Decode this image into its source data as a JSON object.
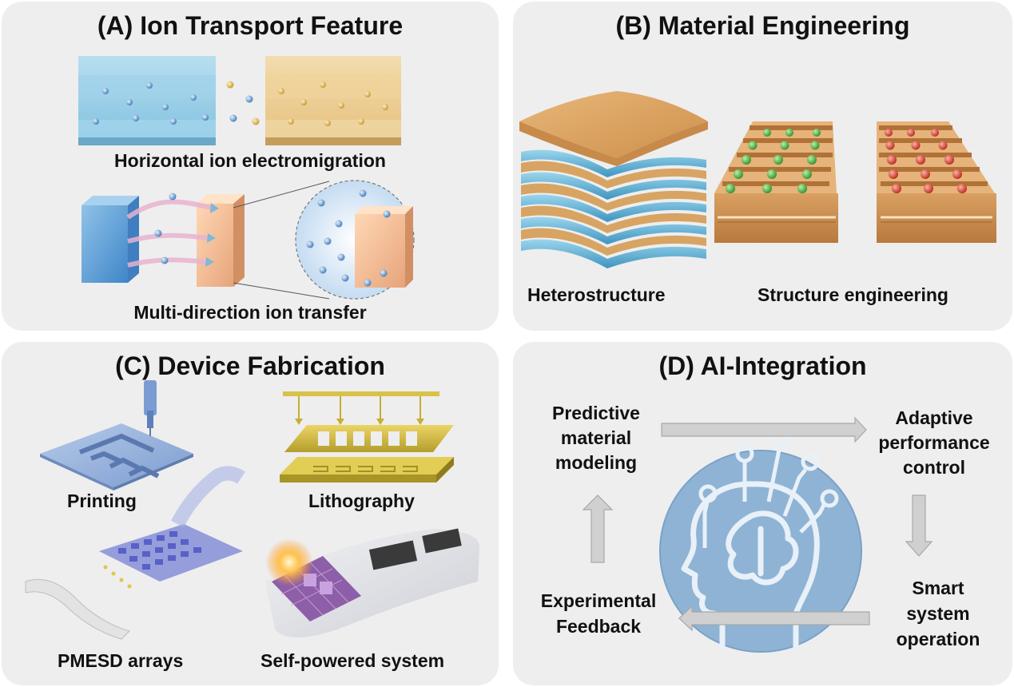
{
  "panels": {
    "a": {
      "title": "(A) Ion Transport Feature",
      "labels": {
        "horizontal": "Horizontal ion electromigration",
        "multi": "Multi-direction ion transfer"
      }
    },
    "b": {
      "title": "(B) Material Engineering",
      "labels": {
        "hetero": "Heterostructure",
        "structure": "Structure engineering"
      }
    },
    "c": {
      "title": "(C) Device Fabrication",
      "labels": {
        "printing": "Printing",
        "litho": "Lithography",
        "pmesd": "PMESD arrays",
        "selfpowered": "Self-powered system"
      }
    },
    "d": {
      "title": "(D) AI-Integration",
      "labels": {
        "predictive": [
          "Predictive",
          "material",
          "modeling"
        ],
        "adaptive": [
          "Adaptive",
          "performance",
          "control"
        ],
        "smart": [
          "Smart",
          "system",
          "operation"
        ],
        "experimental": [
          "Experimental",
          "Feedback"
        ]
      }
    }
  },
  "colors": {
    "panel_bg": "#eeeeee",
    "ion_blue": "#5b9bd5",
    "layer_blue": "#7fc3e0",
    "layer_tan": "#d9a15f",
    "green_ball": "#3ea83a",
    "red_ball": "#d93a2f",
    "litho_gold": "#d8c24a",
    "circle_blue": "#8fb3d4",
    "arrow_gray": "#d0d0d0"
  }
}
